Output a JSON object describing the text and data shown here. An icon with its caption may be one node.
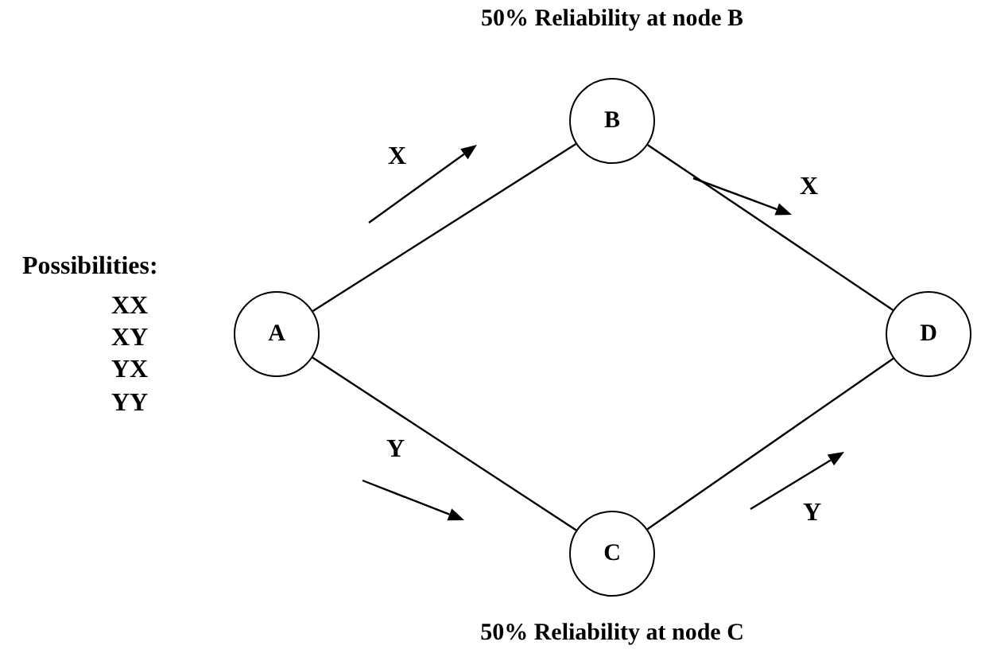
{
  "diagram": {
    "nodes": [
      {
        "text": [
          "A"
        ]
      },
      {
        "text": [
          "B"
        ],
        "beside": [
          "50% Reliability at node B"
        ]
      },
      {
        "text": [
          "C"
        ],
        "beside": [
          "50% Reliability at node C"
        ]
      },
      {
        "text": [
          "D"
        ]
      }
    ],
    "edges": [
      {
        "from": 0,
        "to": 1,
        "arrow": "none"
      },
      {
        "from": 1,
        "to": 3,
        "arrow": "none"
      },
      {
        "from": 0,
        "to": 2,
        "arrow": "none"
      },
      {
        "from": 2,
        "to": 3,
        "arrow": "none"
      }
    ],
    "labels": [
      "Possibilities:",
      "XX",
      "XY",
      "YX",
      "YY",
      "X",
      "X",
      "Y",
      "Y"
    ]
  }
}
